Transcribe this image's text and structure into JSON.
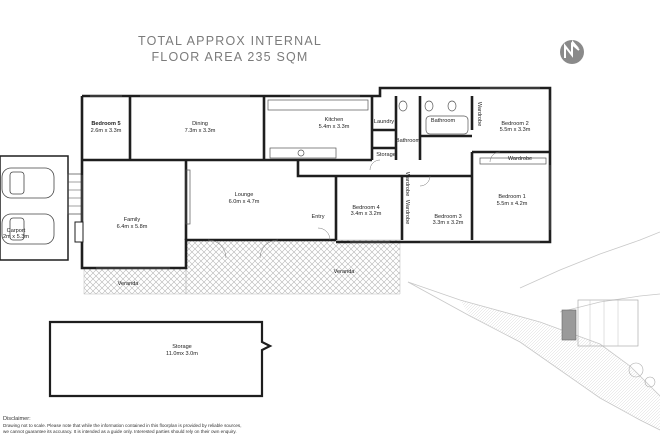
{
  "header": {
    "line1": "TOTAL APPROX INTERNAL",
    "line2": "FLOOR AREA 235 SQM"
  },
  "rooms": {
    "bedroom5": {
      "name": "Bedroom 5",
      "dims": "2.6m x 3.3m"
    },
    "dining": {
      "name": "Dining",
      "dims": "7.3m x 3.3m"
    },
    "kitchen": {
      "name": "Kitchen",
      "dims": "5.4m x 3.3m"
    },
    "laundry": {
      "name": "Laundry"
    },
    "storage_small": {
      "name": "Storage"
    },
    "bathroom_small": {
      "name": "Bathroom"
    },
    "bathroom": {
      "name": "Bathroom"
    },
    "wardrobe_b2": {
      "name": "Wardrobe"
    },
    "bedroom2": {
      "name": "Bedroom 2",
      "dims": "5.5m x 3.3m"
    },
    "wardrobe_b1": {
      "name": "Wardrobe"
    },
    "bedroom1": {
      "name": "Bedroom 1",
      "dims": "5.5m x 4.2m"
    },
    "bedroom3": {
      "name": "Bedroom 3",
      "dims": "3.3m x 3.2m"
    },
    "wardrobe_b4": {
      "name": "Wardrobe"
    },
    "wardrobe_b3": {
      "name": "Wardrobe"
    },
    "bedroom4": {
      "name": "Bedroom 4",
      "dims": "3.4m x 3.2m"
    },
    "lounge": {
      "name": "Lounge",
      "dims": "6.0m x 4.7m"
    },
    "entry": {
      "name": "Entry"
    },
    "family": {
      "name": "Family",
      "dims": "6.4m x 5.8m"
    },
    "carport": {
      "name": "Carport",
      "dims": "2m x 5.3m"
    },
    "veranda_left": {
      "name": "Veranda"
    },
    "veranda_right": {
      "name": "Veranda"
    },
    "storage_big": {
      "name": "Storage",
      "dims": "11.0mx 3.0m"
    }
  },
  "disclaimer": {
    "title": "Disclaimer:",
    "line1": "Drawing not to scale. Please note that while the information contained in this floorplan is provided by reliable sources,",
    "line2": "we cannot guarantee its accuracy. It is intended as a guide only. Interested parties should rely on their own enquiry."
  },
  "compass": {
    "icon": "north-arrow-icon",
    "color": "#8a8a8a"
  },
  "colors": {
    "wall": "#1e1e1e",
    "hatch": "#b5b5b5",
    "site": "#c8c8c8"
  }
}
